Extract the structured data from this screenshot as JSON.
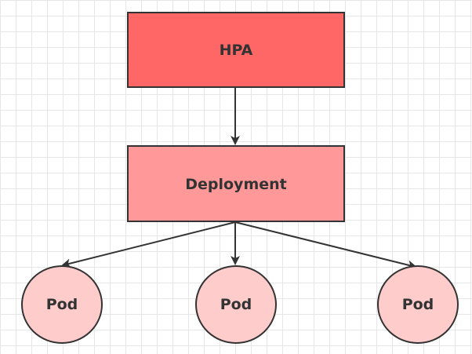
{
  "nodes": {
    "hpa": {
      "label": "HPA",
      "fill": "#ff6666",
      "stroke": "#333333"
    },
    "deployment": {
      "label": "Deployment",
      "fill": "#ff9999",
      "stroke": "#333333"
    },
    "pods": [
      {
        "label": "Pod",
        "fill": "#ffcccc",
        "stroke": "#333333"
      },
      {
        "label": "Pod",
        "fill": "#ffcccc",
        "stroke": "#333333"
      },
      {
        "label": "Pod",
        "fill": "#ffcccc",
        "stroke": "#333333"
      }
    ]
  },
  "edges": [
    {
      "from": "hpa",
      "to": "deployment"
    },
    {
      "from": "deployment",
      "to": "pod-1"
    },
    {
      "from": "deployment",
      "to": "pod-2"
    },
    {
      "from": "deployment",
      "to": "pod-3"
    }
  ],
  "colors": {
    "grid": "#e6e6e6",
    "edge": "#333333",
    "text": "#333333"
  }
}
